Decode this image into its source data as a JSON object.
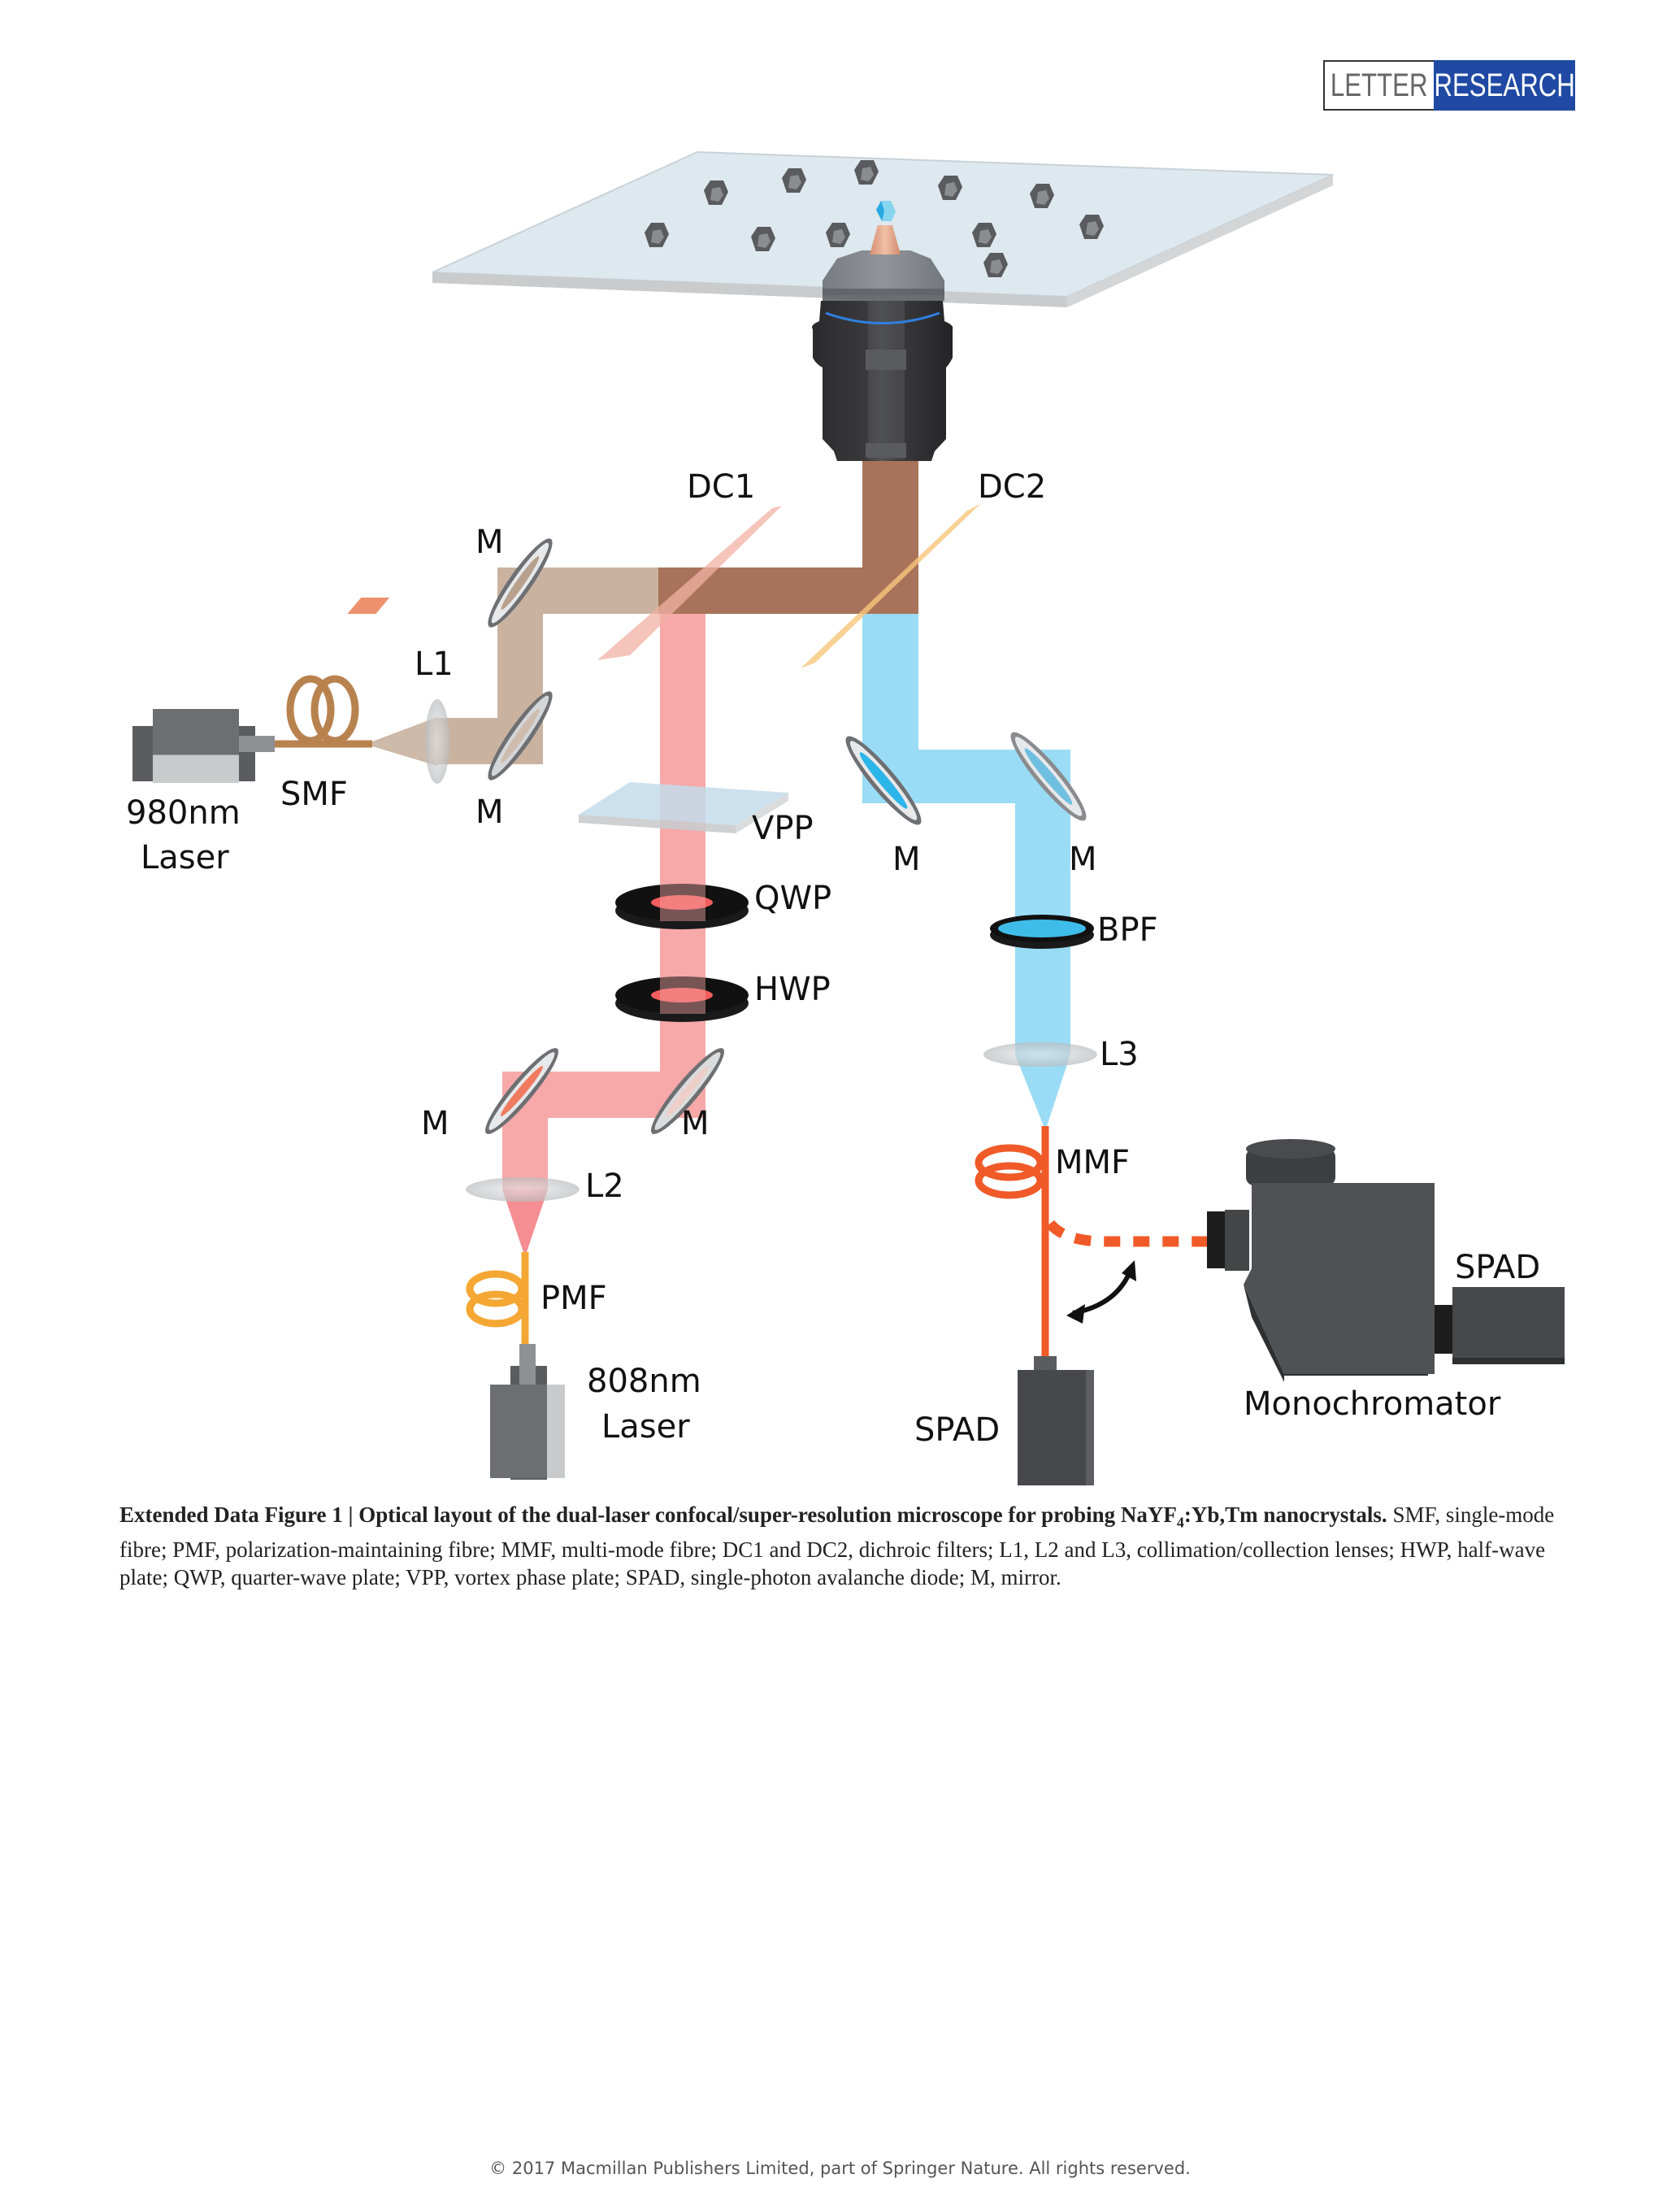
{
  "badge": {
    "left": "LETTER",
    "right": "RESEARCH"
  },
  "diagram": {
    "labels": {
      "dc1": "DC1",
      "dc2": "DC2",
      "m_top_left": "M",
      "m_bottom_left": "M",
      "l1": "L1",
      "smf": "SMF",
      "laser980_line1": "980nm",
      "laser980_line2": "Laser",
      "vpp": "VPP",
      "qwp": "QWP",
      "hwp": "HWP",
      "m_red_left": "M",
      "m_red_right": "M",
      "l2": "L2",
      "pmf": "PMF",
      "laser808_line1": "808nm",
      "laser808_line2": "Laser",
      "m_blue_left": "M",
      "m_blue_right": "M",
      "bpf": "BPF",
      "l3": "L3",
      "mmf": "MMF",
      "spad_fiber": "SPAD",
      "spad_mono": "SPAD",
      "monochromator": "Monochromator"
    },
    "colors": {
      "beam_980": "#c9b3a0",
      "beam_combined": "#a8735a",
      "beam_808": "#f7a8a8",
      "beam_emission": "#9adcf5",
      "smf_fiber": "#b8824f",
      "pmf_fiber": "#f5a733",
      "mmf_fiber": "#f05a28",
      "dc1": "#f2b0a4",
      "dc2": "#f7c67a",
      "device_dark": "#4a4a4a",
      "slide": "#dde8ef"
    }
  },
  "caption": {
    "bold_title": "Extended Data Figure 1 | Optical layout of the dual-laser confocal/super-resolution microscope for probing NaYF",
    "bold_sub": "4",
    "bold_tail": ":Yb,Tm nanocrystals.",
    "body": " SMF, single-mode fibre; PMF, polarization-maintaining fibre; MMF, multi-mode fibre; DC1 and DC2, dichroic filters; L1, L2 and L3, collimation/collection lenses; HWP, half-wave plate; QWP, quarter-wave plate; VPP, vortex phase plate; SPAD, single-photon avalanche diode; M, mirror."
  },
  "footer": "© 2017 Macmillan Publishers Limited, part of Springer Nature. All rights reserved."
}
